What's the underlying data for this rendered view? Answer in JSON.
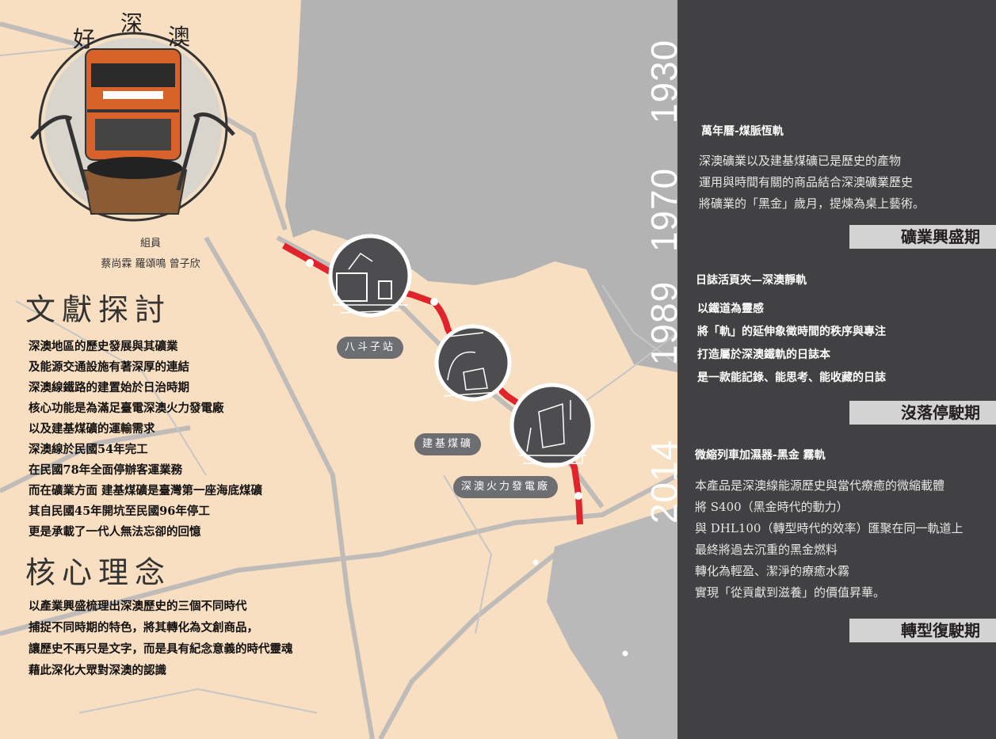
{
  "logo": {
    "title_chars": [
      "好",
      "深",
      "澳"
    ]
  },
  "team": {
    "label": "組員",
    "members": "蔡尚霖  羅頌鳴  曾子欣"
  },
  "literature": {
    "heading": "文獻探討",
    "lines": [
      "深澳地區的歷史發展與其礦業",
      "及能源交通設施有著深厚的連結",
      "深澳線鐵路的建置始於日治時期",
      "核心功能是為滿足臺電深澳火力發電廠",
      "以及建基煤礦的運輸需求",
      "深澳線於民國54年完工",
      "在民國78年全面停辦客運業務",
      "而在礦業方面 建基煤礦是臺灣第一座海底煤礦",
      "其自民國45年開坑至民國96年停工",
      "更是承載了一代人無法忘卻的回憶"
    ]
  },
  "concept": {
    "heading": "核心理念",
    "lines": [
      "以產業興盛梳理出深澳歷史的三個不同時代",
      "捕捉不同時期的特色，將其轉化為文創商品，",
      "讓歷史不再只是文字，而是具有紀念意義的時代靈魂",
      "藉此深化大眾對深澳的認識"
    ]
  },
  "stations": [
    {
      "name": "八斗子站",
      "icon": "train-station-icon"
    },
    {
      "name": "建基煤礦",
      "icon": "coal-mine-icon"
    },
    {
      "name": "深澳火力發電廠",
      "icon": "power-plant-icon"
    }
  ],
  "years": [
    "1930",
    "1970",
    "1989",
    "2014"
  ],
  "periods": [
    {
      "title": "萬年曆-煤脈恆軌",
      "lines": [
        "深澳礦業以及建基煤礦已是歷史的產物",
        "運用與時間有關的商品結合深澳礦業歷史",
        "將礦業的「黑金」歲月，提煉為桌上藝術。"
      ],
      "era": "礦業興盛期"
    },
    {
      "title": "日誌活頁夾—深澳靜軌",
      "lines": [
        "以鐵道為靈感",
        "將「軌」的延伸象徵時間的秩序與專注",
        "打造屬於深澳鐵軌的日誌本",
        "是一款能記錄、能思考、能收藏的日誌"
      ],
      "era": "沒落停駛期"
    },
    {
      "title": "微縮列車加濕器-黑金 霧軌",
      "lines": [
        "本產品是深澳線能源歷史與當代療癒的微縮載體",
        "將 S400（黑金時代的動力）",
        "與 DHL100（轉型時代的效率）匯聚在同一軌道上",
        "最終將過去沉重的黑金燃料",
        "轉化為輕盈、潔淨的療癒水霧",
        "實現「從貢獻到滋養」的價值昇華。"
      ],
      "era": "轉型復駛期"
    }
  ],
  "colors": {
    "land": "#f9dfc1",
    "sea": "#b3b3b3",
    "panel": "#414042",
    "rail": "#e0242b",
    "badge": "#6d6e71"
  }
}
